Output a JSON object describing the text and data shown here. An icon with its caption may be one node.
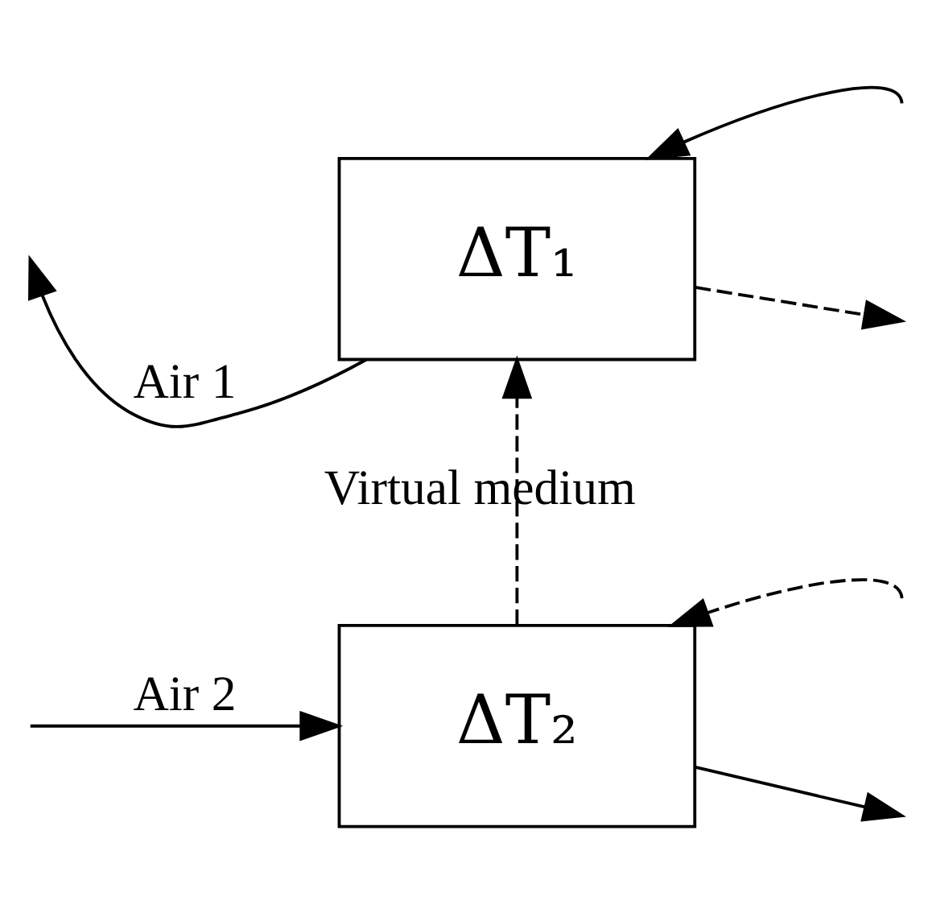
{
  "diagram": {
    "nodes": [
      {
        "text": [
          "ΔT₁"
        ]
      },
      {
        "text": [
          "ΔT₂"
        ]
      }
    ],
    "edges": [
      {
        "from": 0,
        "to": null,
        "arrow": "to",
        "label": "Air 1"
      },
      {
        "from": null,
        "to": 0,
        "arrow": "to"
      },
      {
        "from": 1,
        "to": 0,
        "arrow": "to",
        "style": "dashed",
        "label": "Virtual medium"
      },
      {
        "from": 0,
        "to": null,
        "arrow": "to",
        "style": "dashed"
      },
      {
        "from": null,
        "to": 1,
        "arrow": "to",
        "label": "Air 2"
      },
      {
        "from": null,
        "to": 1,
        "arrow": "to",
        "style": "dashed"
      },
      {
        "from": 1,
        "to": null,
        "arrow": "to"
      }
    ]
  }
}
